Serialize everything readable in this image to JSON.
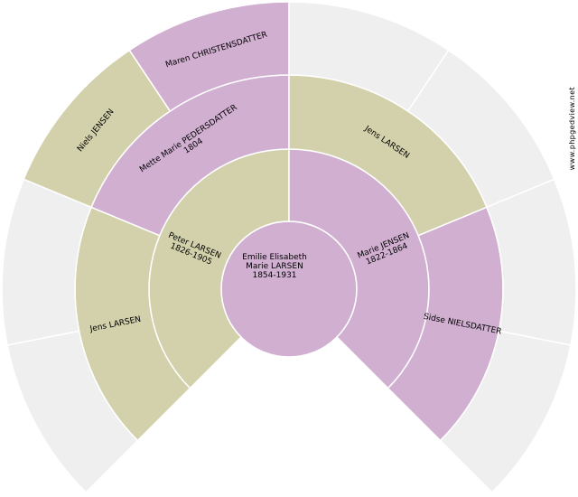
{
  "watermark": "www.phpgedview.net",
  "colors": {
    "female": "#d1afd1",
    "male": "#d2d1ab",
    "empty": "#efefef",
    "border": "#ffffff"
  },
  "people": {
    "root": {
      "name": "Emilie Elisabeth",
      "name2": "Marie LARSEN",
      "dates": "1854-1931",
      "sex": "F"
    },
    "father": {
      "name": "Peter LARSEN",
      "dates": "1826-1905",
      "sex": "M"
    },
    "mother": {
      "name": "Marie JENSEN",
      "dates": "1822-1864",
      "sex": "F"
    },
    "ff": {
      "name": "Jens LARSEN",
      "sex": "M"
    },
    "fm": {
      "name": "Mette Marie PEDERSDATTER",
      "dates": "1804",
      "sex": "F"
    },
    "mf": {
      "name": "Jens LARSEN",
      "sex": "M"
    },
    "mm": {
      "name": "Sidse NIELSDATTER",
      "sex": "F"
    },
    "fmf": {
      "name": "Niels JENSEN",
      "sex": "M"
    },
    "fmm": {
      "name": "Maren CHRISTENSDATTER",
      "sex": "F"
    }
  }
}
